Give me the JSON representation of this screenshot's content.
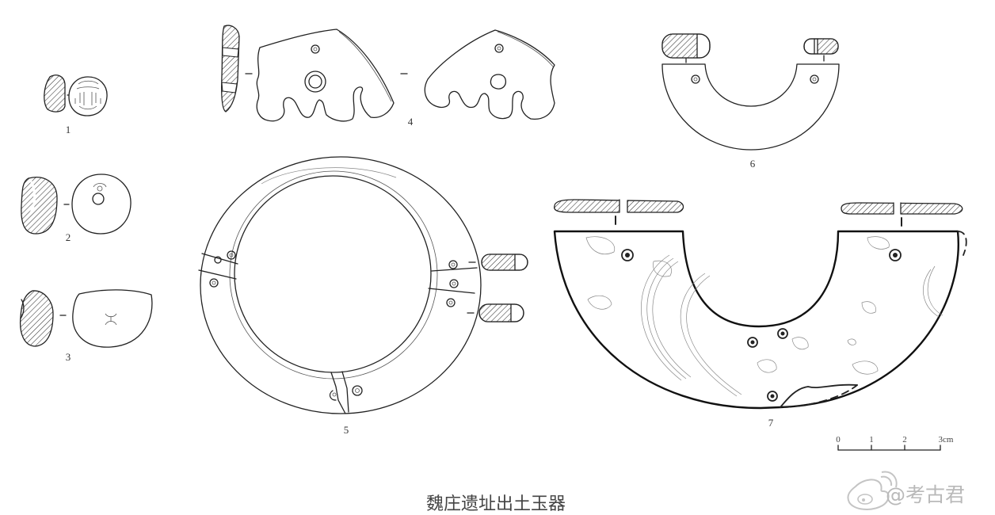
{
  "figure_labels": {
    "f1": "1",
    "f2": "2",
    "f3": "3",
    "f4": "4",
    "f5": "5",
    "f6": "6",
    "f7": "7"
  },
  "scale_bar": {
    "ticks": [
      "0",
      "1",
      "2",
      "3cm"
    ]
  },
  "caption": "魏庄遗址出土玉器",
  "watermark": {
    "text": "@考古君",
    "icon": "weibo-logo-icon"
  },
  "colors": {
    "background": "#ffffff",
    "line": "#222222",
    "caption": "#444444",
    "watermark": "#b9b9b9"
  }
}
